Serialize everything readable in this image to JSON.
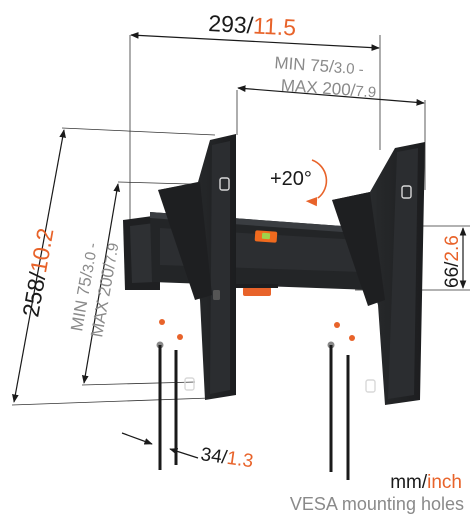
{
  "colors": {
    "accent_orange": "#e8632a",
    "line_black": "#1a1a1a",
    "text_gray": "#8a8a8a",
    "bracket_dark": "#2a2c2e",
    "bubble_level_orange": "#f06a1e"
  },
  "dimensions": {
    "width_top": {
      "mm": "293",
      "inch": "11.5"
    },
    "vesa_horizontal": {
      "line1_prefix": "MIN 75/",
      "line1_inch": "3.0 -",
      "line2_prefix": "MAX 200/",
      "line2_inch": "7.9"
    },
    "height_total": {
      "mm": "258",
      "inch": "10.2"
    },
    "vesa_vertical": {
      "line1_prefix": "MIN 75/",
      "line1_inch": "3.0 -",
      "line2_prefix": "MAX 200/",
      "line2_inch": "7.9"
    },
    "wall_plate_height": {
      "mm": "66",
      "inch": "2.6"
    },
    "wall_distance": {
      "mm": "34",
      "inch": "1.3"
    },
    "tilt": "+20°"
  },
  "legend": {
    "units_mm": "mm",
    "units_sep": "/",
    "units_inch": "inch",
    "vesa_label": "VESA mounting holes"
  }
}
